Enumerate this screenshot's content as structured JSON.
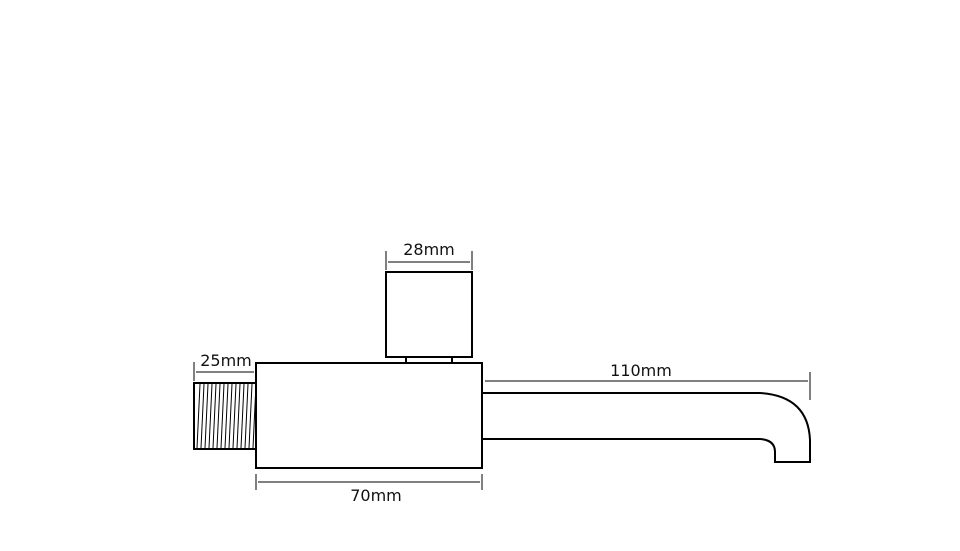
{
  "diagram": {
    "dimensions": {
      "handle_width": "28mm",
      "thread_length": "25mm",
      "body_length": "70mm",
      "spout_length": "110mm"
    },
    "colors": {
      "line": "#000000",
      "background": "#ffffff"
    }
  }
}
